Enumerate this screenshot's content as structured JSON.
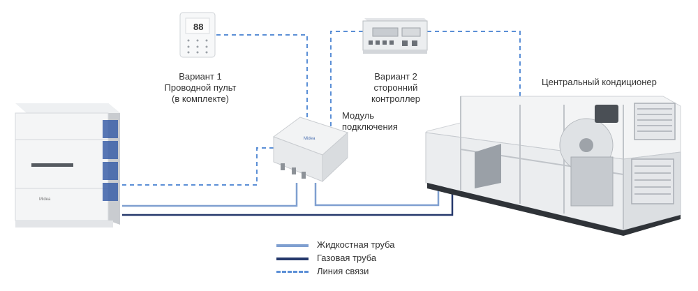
{
  "colors": {
    "liquid_pipe": "#7f9fd0",
    "gas_pipe": "#25386b",
    "signal_line": "#5b8fd6"
  },
  "labels": {
    "option1": [
      "Вариант 1",
      "Проводной пульт",
      "(в комплекте)"
    ],
    "option2": [
      "Вариант 2",
      "сторонний",
      "контроллер"
    ],
    "module": [
      "Модуль",
      "подключения"
    ],
    "ahu": "Центральный кондиционер"
  },
  "device_text": {
    "outdoor_brand": "Midea",
    "module_brand": "Midea",
    "remote_display": "88"
  },
  "legend": [
    {
      "label": "Жидкостная труба",
      "style": "liquid"
    },
    {
      "label": "Газовая труба",
      "style": "gas"
    },
    {
      "label": "Линия связи",
      "style": "signal"
    }
  ]
}
